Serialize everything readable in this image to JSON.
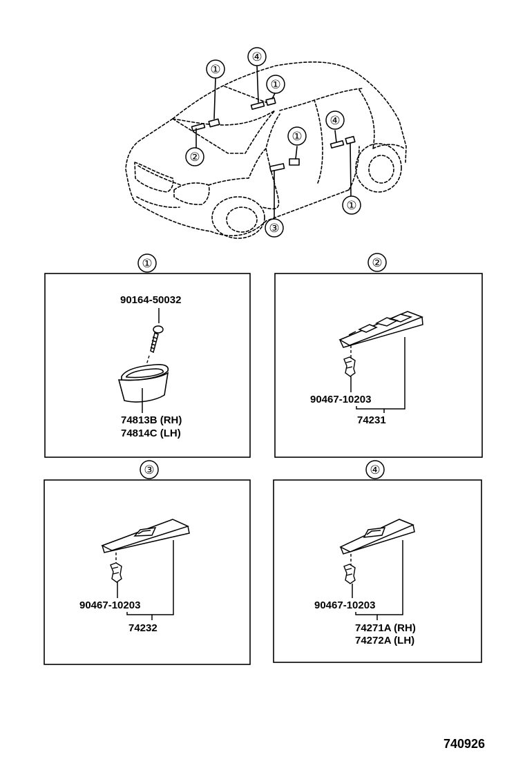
{
  "overview": {
    "callouts": [
      {
        "id": "c1a",
        "label": "①"
      },
      {
        "id": "c1b",
        "label": "①"
      },
      {
        "id": "c1c",
        "label": "①"
      },
      {
        "id": "c1d",
        "label": "①"
      },
      {
        "id": "c2",
        "label": "②"
      },
      {
        "id": "c3",
        "label": "③"
      },
      {
        "id": "c4a",
        "label": "④"
      },
      {
        "id": "c4b",
        "label": "④"
      }
    ]
  },
  "panels": [
    {
      "number": "①",
      "parts": [
        "90164-50032",
        "74813B (RH)",
        "74814C (LH)"
      ]
    },
    {
      "number": "②",
      "parts": [
        "90467-10203",
        "74231"
      ]
    },
    {
      "number": "③",
      "parts": [
        "90467-10203",
        "74232"
      ]
    },
    {
      "number": "④",
      "parts": [
        "90467-10203",
        "74271A (RH)",
        "74272A (LH)"
      ]
    }
  ],
  "diagram_id": "740926"
}
